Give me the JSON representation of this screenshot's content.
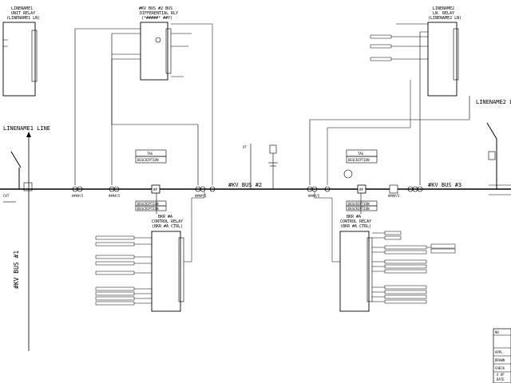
{
  "relays": {
    "linename1_relay": {
      "line1": "LINENAME1",
      "line2": "UNIT RELAY",
      "line3": "(LINENAME1 LN)"
    },
    "diff_relay": {
      "line1": "#KV BUS #2 BUS",
      "line2": "DIFFERENTIAL RLY",
      "line3": "(*#####* ##Y)"
    },
    "linename2_relay": {
      "line1": "LINENAME2",
      "line2": "LN. RELAY",
      "line3": "(LINENAME2 LN)"
    },
    "control_relay_left": {
      "line1": "BKR #A",
      "line2": "CONTROL RELAY",
      "line3": "(BKR #A CTRL)"
    },
    "control_relay_right": {
      "line1": "BKR #A",
      "line2": "CONTROL RELAY",
      "line3": "(BKR #A CTRL)"
    }
  },
  "labels": {
    "linename1_line": "LINENAME1 LINE",
    "linename2_line": "LINENAME2 LI",
    "bus1": "#KV BUS #1",
    "bus2": "#KV BUS #2",
    "bus3": "#KV BUS #3",
    "cvt": "CVT",
    "description": "DESCRIPTION",
    "description_short": "DESCRIPTION",
    "tag": "TAG",
    "ct_ratio": "####/5",
    "breaker": "##",
    "vt": "VT"
  },
  "title_block": {
    "no_label": "NO",
    "appl_label": "APPL",
    "drawn_label": "DRAWN",
    "check_label": "CHECK",
    "scale_label": "X OF",
    "date_label": "DATE"
  }
}
